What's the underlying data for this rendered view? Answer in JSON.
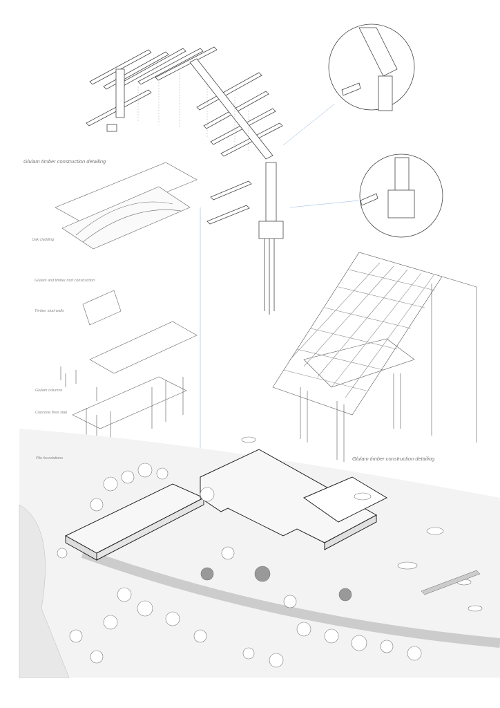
{
  "labels": {
    "detail_top": "Glulam timber construction detailing",
    "detail_right": "Glulam timber construction detailing",
    "oak_cladding": "Oak cladding",
    "roof_construction": "Glulam and timber roof construction",
    "stud_walls": "Timber stud walls",
    "columns": "Glulam columns",
    "floor_slab": "Concrete floor slab",
    "piles": "Pile foundations"
  },
  "colors": {
    "line": "#444444",
    "faint": "#9a9a9a",
    "ground": "#eeeeee",
    "leader": "#8fb3d9"
  }
}
